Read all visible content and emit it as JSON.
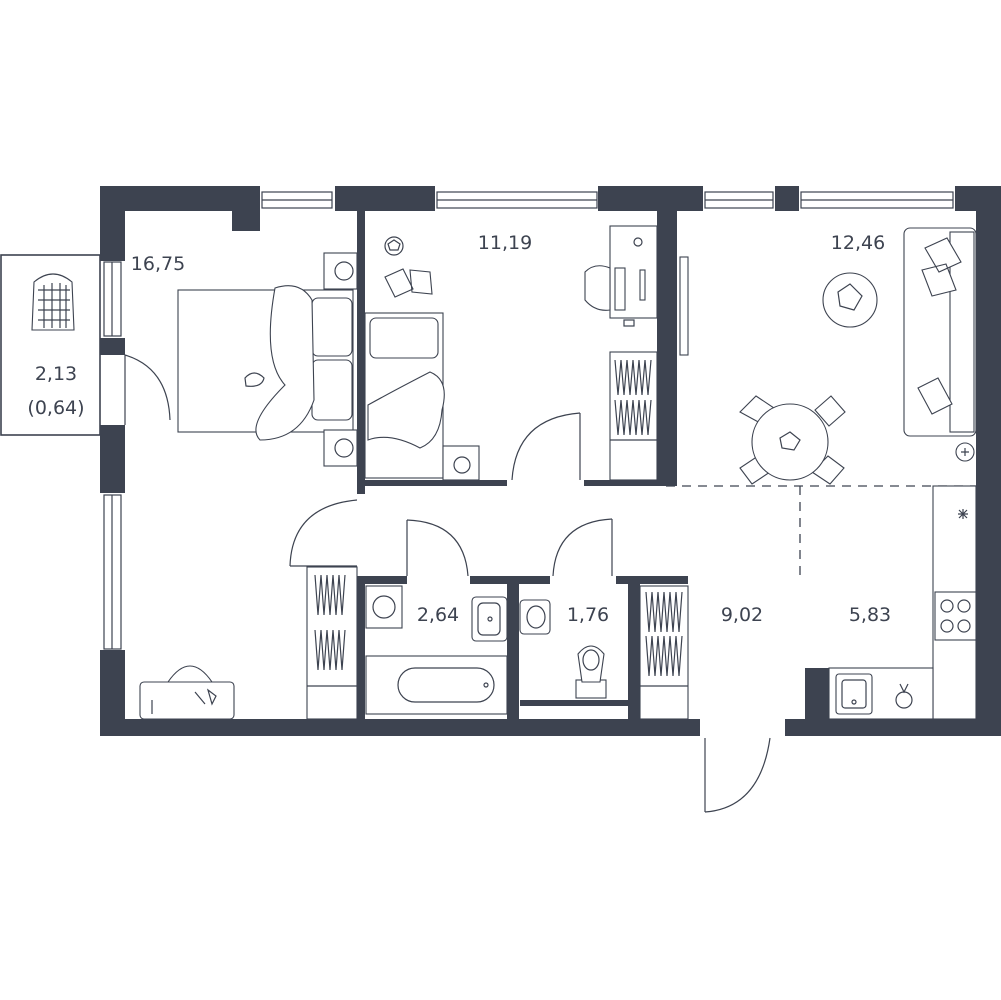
{
  "floor_plan": {
    "rooms": [
      {
        "id": "bedroom-main",
        "area": "16,75"
      },
      {
        "id": "bedroom-small",
        "area": "11,19"
      },
      {
        "id": "living-room",
        "area": "12,46"
      },
      {
        "id": "balcony",
        "area": "2,13",
        "area_coef": "(0,64)"
      },
      {
        "id": "bathroom",
        "area": "2,64"
      },
      {
        "id": "toilet",
        "area": "1,76"
      },
      {
        "id": "hallway",
        "area": "9,02"
      },
      {
        "id": "kitchen",
        "area": "5,83"
      }
    ],
    "colors": {
      "wall": "#3d4350",
      "background": "#ffffff"
    }
  }
}
